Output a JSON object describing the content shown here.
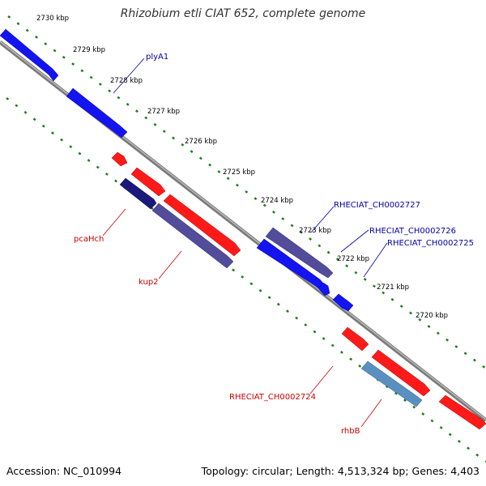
{
  "title": "Rhizobium etli CIAT 652, complete genome",
  "footer": {
    "accession": "Accession: NC_010994",
    "stats": "Topology: circular; Length: 4,513,324 bp; Genes: 4,403"
  },
  "colors": {
    "backbone": "#808080",
    "tick_dots": "#1b7f1b",
    "forward_gene": "#1a1aff",
    "reverse_gene": "#ff1a1a",
    "dark_navy_gene": "#1a1a7a",
    "slate_gene": "#524c9a",
    "steel_gene": "#5a90c0",
    "forward_label": "#0000aa",
    "reverse_label": "#cc0000"
  },
  "scale_labels": [
    "2730 kbp",
    "2729 kbp",
    "2728 kbp",
    "2727 kbp",
    "2726 kbp",
    "2725 kbp",
    "2724 kbp",
    "2723 kbp",
    "2722 kbp",
    "2721 kbp",
    "2720 kbp"
  ],
  "gene_labels_forward": [
    "plyA1",
    "RHECIAT_CH0002727",
    "RHECIAT_CH0002726",
    "RHECIAT_CH0002725"
  ],
  "gene_labels_reverse": [
    "pcaHch",
    "kup2",
    "RHECIAT_CH0002724",
    "rhbB"
  ]
}
